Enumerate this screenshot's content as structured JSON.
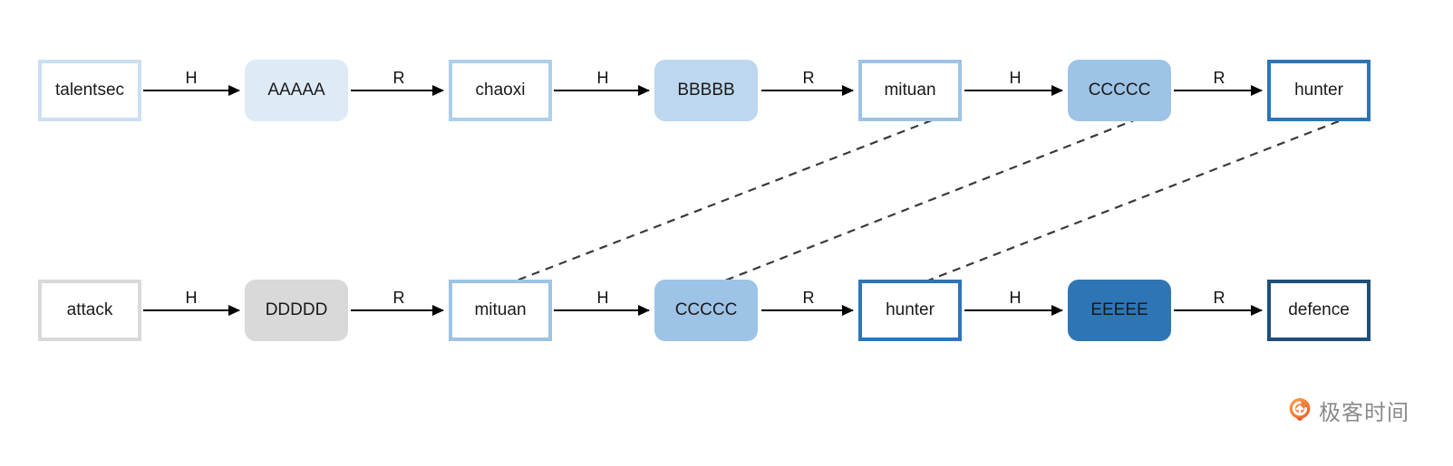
{
  "diagram": {
    "rows": [
      {
        "name": "top-chain",
        "nodes": [
          {
            "label": "talentsec",
            "shape": "rect-outline",
            "border_color": "#cbdff2"
          },
          {
            "label": "AAAAA",
            "shape": "rounded-filled",
            "fill_color": "#deebf7"
          },
          {
            "label": "chaoxi",
            "shape": "rect-outline",
            "border_color": "#aecfeb"
          },
          {
            "label": "BBBBB",
            "shape": "rounded-filled",
            "fill_color": "#bdd7ee"
          },
          {
            "label": "mituan",
            "shape": "rect-outline",
            "border_color": "#9dc3e6"
          },
          {
            "label": "CCCCC",
            "shape": "rounded-filled",
            "fill_color": "#9dc3e6"
          },
          {
            "label": "hunter",
            "shape": "rect-outline",
            "border_color": "#2e75b6"
          }
        ],
        "edges": [
          "H",
          "R",
          "H",
          "R",
          "H",
          "R"
        ]
      },
      {
        "name": "bottom-chain",
        "nodes": [
          {
            "label": "attack",
            "shape": "rect-outline",
            "border_color": "#d9d9d9"
          },
          {
            "label": "DDDDD",
            "shape": "rounded-filled",
            "fill_color": "#d9d9d9"
          },
          {
            "label": "mituan",
            "shape": "rect-outline",
            "border_color": "#9dc3e6"
          },
          {
            "label": "CCCCC",
            "shape": "rounded-filled",
            "fill_color": "#9dc3e6"
          },
          {
            "label": "hunter",
            "shape": "rect-outline",
            "border_color": "#2e75b6"
          },
          {
            "label": "EEEEE",
            "shape": "rounded-filled",
            "fill_color": "#2e75b6"
          },
          {
            "label": "defence",
            "shape": "rect-outline",
            "border_color": "#1f4e79"
          }
        ],
        "edges": [
          "H",
          "R",
          "H",
          "R",
          "H",
          "R"
        ]
      }
    ],
    "cross_links": [
      {
        "from": "top-chain.mituan",
        "to": "bottom-chain.mituan",
        "style": "dashed"
      },
      {
        "from": "top-chain.CCCCC",
        "to": "bottom-chain.CCCCC",
        "style": "dashed"
      },
      {
        "from": "top-chain.hunter",
        "to": "bottom-chain.hunter",
        "style": "dashed"
      }
    ],
    "arrow_color": "#000000",
    "dashed_link_color": "#3a3a3a"
  },
  "logo": {
    "text": "极客时间",
    "icon": "geektime-q-icon",
    "icon_color": "#ee6a28",
    "text_color": "#8a8a8a"
  }
}
